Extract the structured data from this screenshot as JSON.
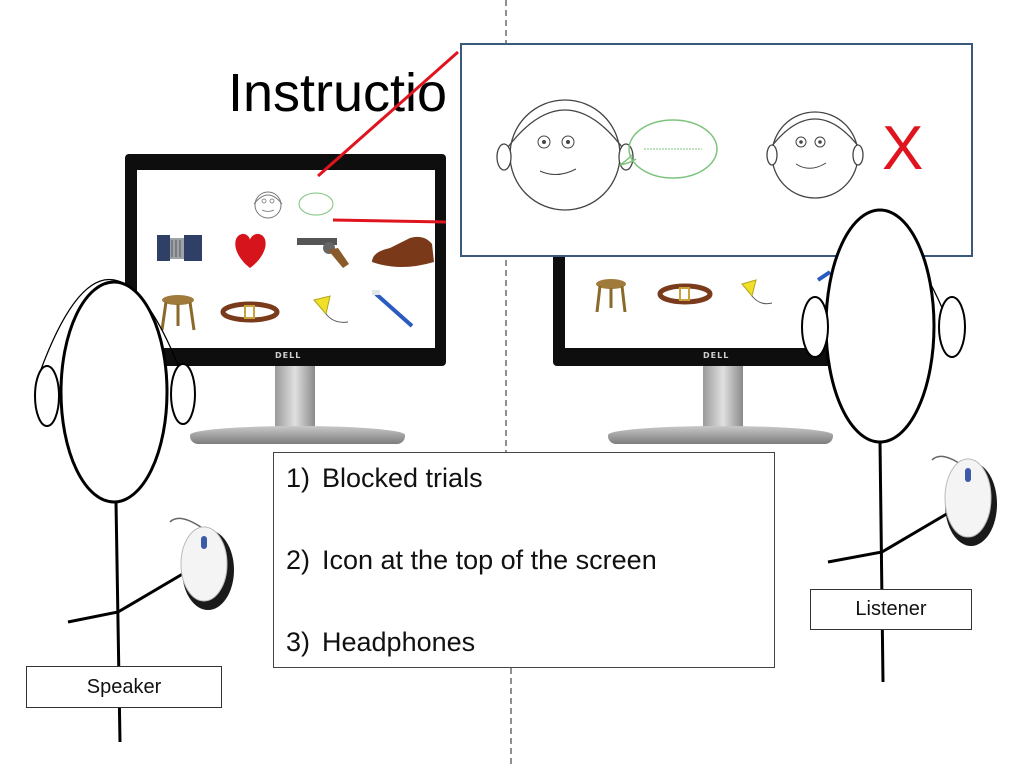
{
  "slide": {
    "title": "Instructio",
    "list": [
      {
        "num": "1)",
        "text": "Blocked trials"
      },
      {
        "num": "2)",
        "text": "Icon at the top of the screen"
      },
      {
        "num": "3)",
        "text": "Headphones"
      }
    ],
    "speaker_label": "Speaker",
    "listener_label": "Listener",
    "zoom_mark": "X",
    "monitor_brand": "DELL"
  },
  "icons": {
    "speaker_screen": [
      "accordion-icon",
      "heart-icon",
      "revolver-icon",
      "shoe-icon",
      "stool-icon",
      "belt-icon",
      "kite-icon",
      "toothbrush-icon"
    ],
    "listener_screen": [
      "stool-icon",
      "belt-icon",
      "kite-icon",
      "toothbrush-icon"
    ]
  },
  "colors": {
    "zoom_border": "#3a5a7c",
    "callout_red": "#e0141e",
    "speech_bubble": "#7cc47c",
    "heart": "#d5141c"
  }
}
